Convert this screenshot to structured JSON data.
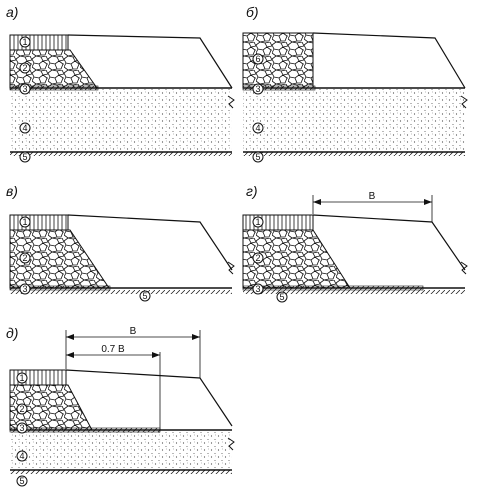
{
  "colors": {
    "ink": "#111111",
    "paper": "#ffffff",
    "sand_dots": "#444444"
  },
  "panels": [
    {
      "id": "a",
      "label": "а)",
      "layers": [
        "1",
        "2",
        "3",
        "4",
        "5"
      ]
    },
    {
      "id": "b",
      "label": "б)",
      "layers": [
        "6",
        "3",
        "4",
        "5"
      ]
    },
    {
      "id": "v",
      "label": "в)",
      "layers": [
        "1",
        "2",
        "3",
        "5"
      ]
    },
    {
      "id": "g",
      "label": "г)",
      "layers": [
        "1",
        "2",
        "3",
        "5"
      ],
      "dimension": "B"
    },
    {
      "id": "d",
      "label": "д)",
      "layers": [
        "1",
        "2",
        "3",
        "4",
        "5"
      ],
      "dimension_outer": "B",
      "dimension_inner": "0.7 B"
    }
  ]
}
